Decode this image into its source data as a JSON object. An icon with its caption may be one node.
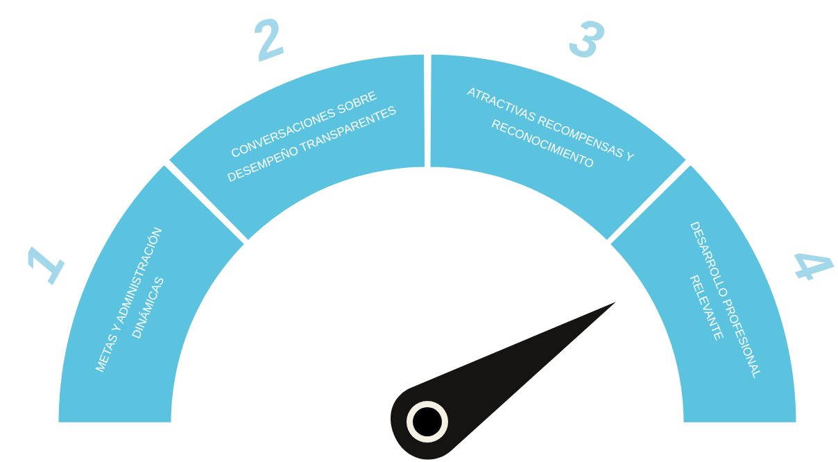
{
  "diagram": {
    "nodes": [
      {
        "text": [
          "METAS Y ADMINISTRACIÓN DINÁMICAS"
        ],
        "beside": [
          "1"
        ]
      },
      {
        "text": [
          "CONVERSACIONES SOBRE DESEMPEÑO TRANSPARENTES"
        ],
        "beside": [
          "2"
        ]
      },
      {
        "text": [
          "ATRACTIVAS RECOMPENSAS Y RECONOCIMIENTO"
        ],
        "beside": [
          "3"
        ]
      },
      {
        "text": [
          "DESARROLLO PROFESIONAL RELEVANTE"
        ],
        "beside": [
          "4"
        ]
      }
    ],
    "edges": []
  }
}
